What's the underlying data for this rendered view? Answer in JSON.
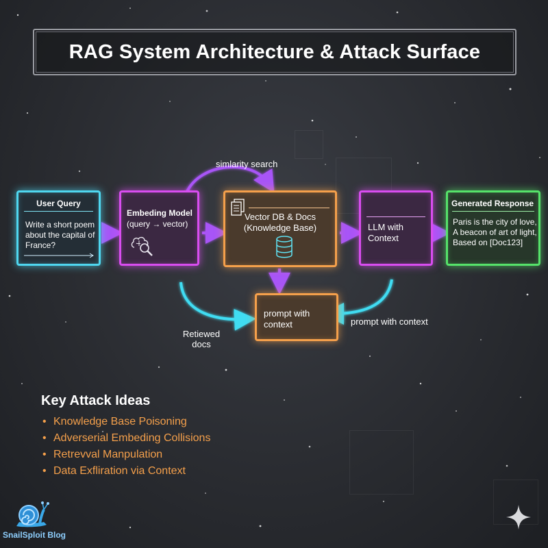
{
  "title": "RAG System Architecture & Attack Surface",
  "nodes": {
    "query": {
      "heading": "User Query",
      "body": [
        "Write a short poem",
        "about the capital of",
        "France?"
      ]
    },
    "embed": {
      "heading": [
        "Embeding Model",
        "(query → vector)"
      ]
    },
    "vector": {
      "heading": [
        "Vector DB & Docs",
        "(Knowledge Base)"
      ]
    },
    "llm": {
      "heading": [
        "LLM with",
        "Context"
      ]
    },
    "response": {
      "heading": "Generated Response",
      "body": [
        "Paris is the city of love,",
        "A beacon of art of light,",
        "Based on [Doc123]"
      ]
    },
    "prompt": {
      "heading": [
        "prompt with",
        "context"
      ]
    }
  },
  "edge_labels": {
    "similarity": "simlarity search",
    "retrieved": [
      "Retiewed",
      "docs"
    ],
    "prompt_ctx": "prompt with context"
  },
  "attacks": {
    "heading": "Key Attack Ideas",
    "items": [
      "Knowledge Base Poisoning",
      "Adverserial Embeding Collisions",
      "Retrevval Manpulation",
      "Data Exfliration via Context"
    ]
  },
  "brand": "SnailSploit Blog",
  "colors": {
    "cyan": "#4fd7f0",
    "magenta": "#d94df0",
    "orange": "#f5a04b",
    "green": "#56e36a",
    "purple_arrow": "#a855f7"
  },
  "icons": [
    "document-icon",
    "brain-search-icon",
    "database-icon",
    "snail-logo-icon",
    "sparkle-icon"
  ]
}
